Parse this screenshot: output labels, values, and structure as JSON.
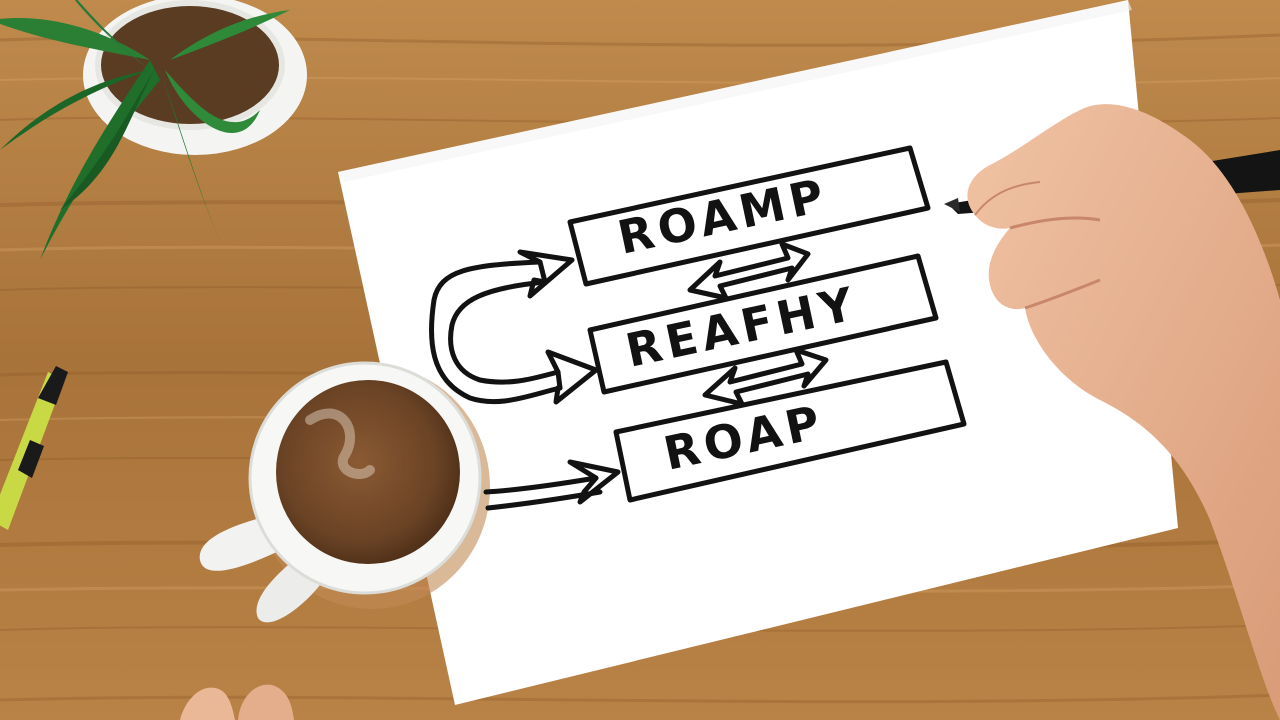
{
  "diagram": {
    "boxes": [
      {
        "label": "ROAMP"
      },
      {
        "label": "REAFHY"
      },
      {
        "label": "ROAP"
      }
    ]
  },
  "colors": {
    "desk": "#b07a3e",
    "paper": "#ffffff",
    "ink": "#121212",
    "coffee": "#6a4325",
    "leaf": "#1f6e2a",
    "pen_accent": "#c9d845"
  }
}
